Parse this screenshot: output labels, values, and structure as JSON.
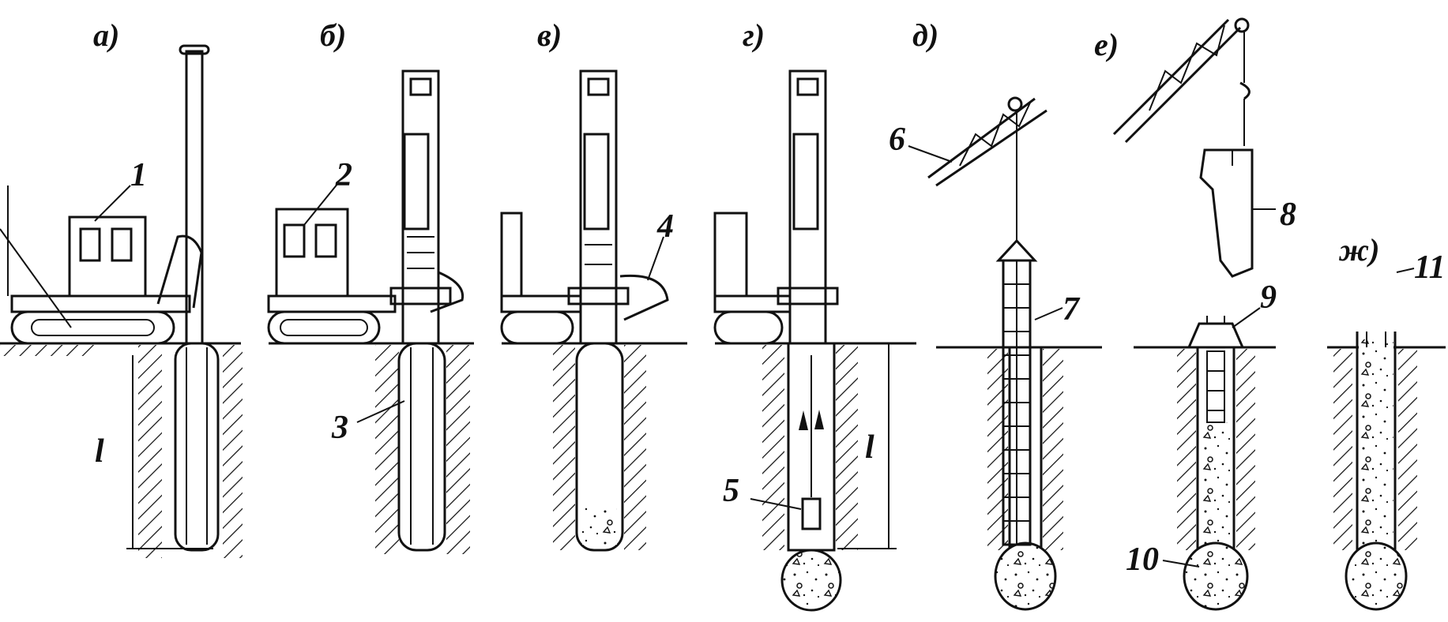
{
  "stages": [
    {
      "id": "a",
      "label": "а)"
    },
    {
      "id": "b",
      "label": "б)"
    },
    {
      "id": "v",
      "label": "в)"
    },
    {
      "id": "g",
      "label": "г)"
    },
    {
      "id": "d",
      "label": "д)"
    },
    {
      "id": "e",
      "label": "е)"
    },
    {
      "id": "zh",
      "label": "ж)"
    }
  ],
  "callouts": {
    "n1": "1",
    "n2": "2",
    "n3": "3",
    "n4": "4",
    "n5": "5",
    "n6": "6",
    "n7": "7",
    "n8": "8",
    "n9": "9",
    "n10": "10",
    "n11": "11"
  },
  "dimension_label": "l",
  "colors": {
    "ink": "#111111",
    "paper": "#ffffff"
  }
}
